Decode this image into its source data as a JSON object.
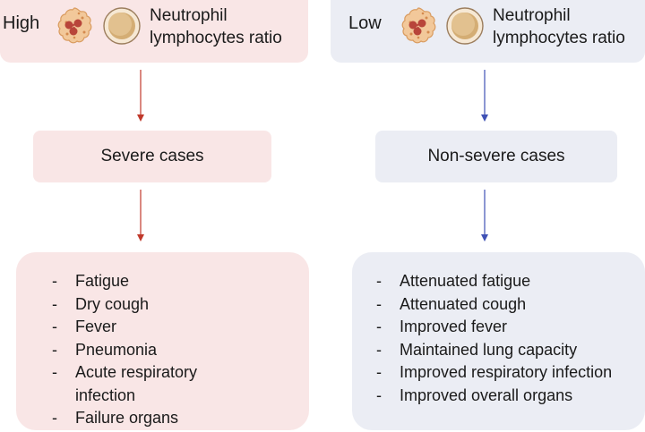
{
  "left": {
    "level": "High",
    "ratio_line1": "Neutrophil",
    "ratio_line2": "lymphocytes ratio",
    "outcome": "Severe cases",
    "symptoms": [
      "Fatigue",
      "Dry cough",
      "Fever",
      "Pneumonia",
      "Acute respiratory infection",
      "Failure organs"
    ],
    "arrow_color": "#c0392b"
  },
  "right": {
    "level": "Low",
    "ratio_line1": "Neutrophil",
    "ratio_line2": "lymphocytes ratio",
    "outcome": "Non-severe cases",
    "symptoms": [
      "Attenuated fatigue",
      "Attenuated cough",
      "Improved fever",
      "Maintained lung capacity",
      "Improved respiratory infection",
      "Improved overall organs"
    ],
    "arrow_color": "#3f51b5"
  },
  "bullet": "-",
  "colors": {
    "severe_box": "#f9e6e6",
    "nonsevere_box": "#ebedf4"
  },
  "icons": [
    "neutrophil-icon",
    "lymphocyte-icon"
  ]
}
